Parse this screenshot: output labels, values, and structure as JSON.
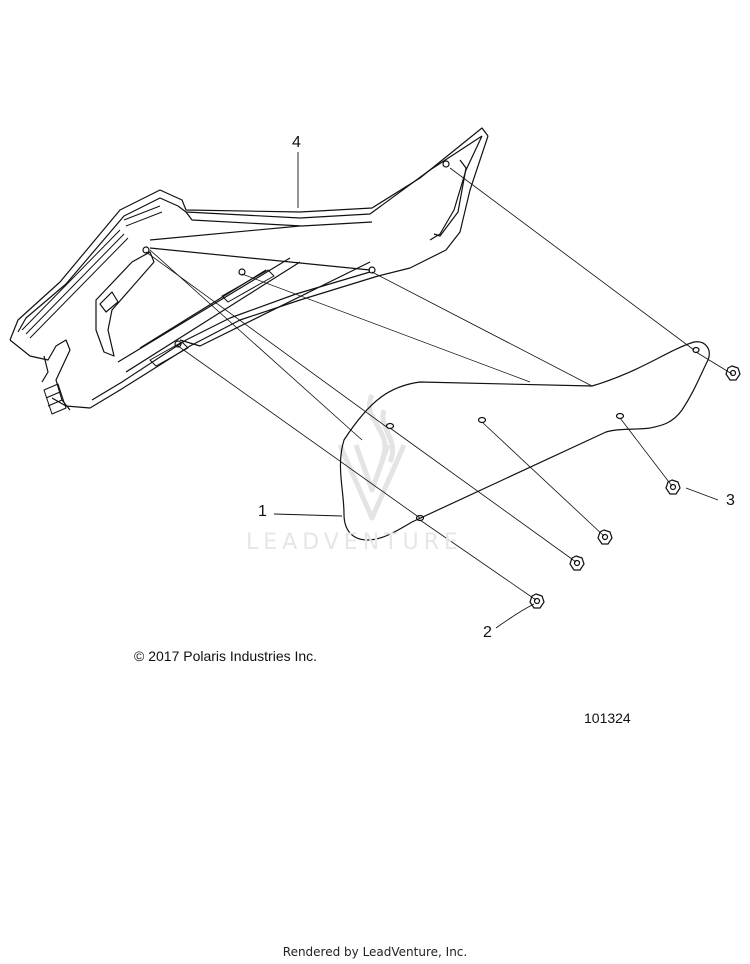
{
  "callouts": [
    {
      "id": "1",
      "label": "1"
    },
    {
      "id": "2",
      "label": "2"
    },
    {
      "id": "3",
      "label": "3"
    },
    {
      "id": "4",
      "label": "4"
    }
  ],
  "copyright": "© 2017 Polaris Industries Inc.",
  "drawing_number": "101324",
  "footer": "Rendered by LeadVenture, Inc.",
  "watermark": "LEADVENTURE",
  "colors": {
    "line": "#111111",
    "watermark": "#e6e6e6"
  }
}
